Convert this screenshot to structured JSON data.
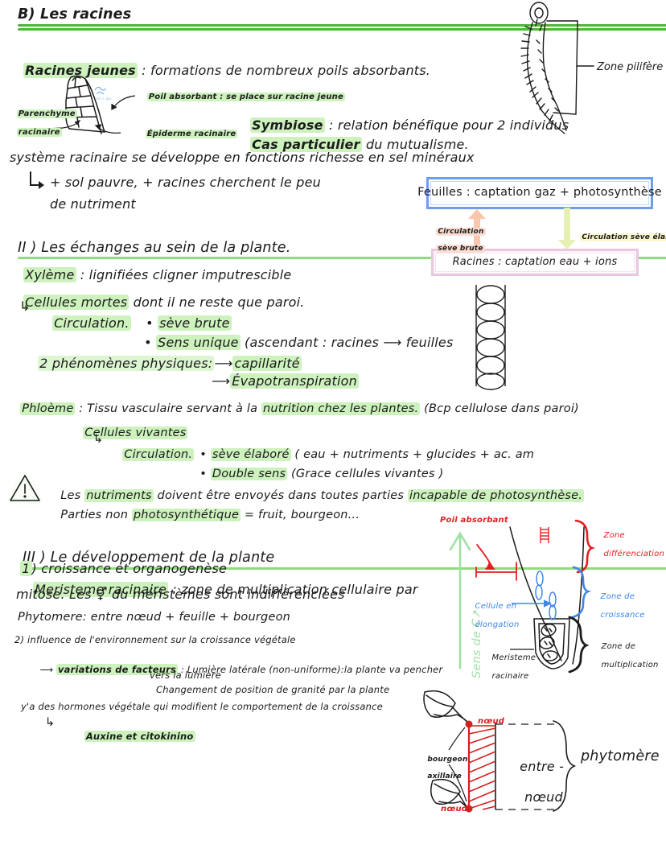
{
  "document": {
    "title": "B) Les racines",
    "language": "fr"
  },
  "sections": {
    "b_heading": "B) Les racines",
    "racines_jeunes": {
      "key": "Racines jeunes",
      "rest": " : formations de nombreux poils absorbants."
    },
    "symbiose": {
      "key": "Symbiose",
      "rest": " : relation bénéfique pour 2 individus",
      "line2_hl": "Cas particulier",
      "line2_rest": " du mutualisme."
    },
    "systeme": "système racinaire se développe en fonctions richesse en sel minéraux",
    "systeme_sub1": "+ sol pauvre, + racines cherchent le peu",
    "systeme_sub2": "de nutriment",
    "ii_heading": "II ) Les échanges au sein de la plante.",
    "xyleme": {
      "key": "Xylème",
      "rest": " : lignifiées cligner imputrescible"
    },
    "cellules_mortes": {
      "key": "Cellules mortes",
      "rest": " dont il ne reste que paroi."
    },
    "circulation1": {
      "arrow": "↳",
      "key": "Circulation.",
      "b1_bullet": "•",
      "b1_key": "sève brute",
      "b2_bullet": "•",
      "b2_key": "Sens unique",
      "b2_rest": " (ascendant : racines ⟶ feuilles"
    },
    "phenomenes": {
      "key": "2 phénomènes physiques:",
      "a1": "⟶",
      "a1_key": "capillarité",
      "a2": "⟶",
      "a2_key": "Évapotranspiration"
    },
    "phloeme": {
      "key": "Phloème",
      "mid": " : Tissu vasculaire servant à la ",
      "key2": "nutrition chez les plantes.",
      "rest": " (Bcp cellulose dans paroi)"
    },
    "cellules_vivantes": "Cellules vivantes",
    "circulation2": {
      "arrow": "↳",
      "key": "Circulation.",
      "b1_bullet": "•",
      "b1_key": "sève élaboré",
      "b1_rest": " ( eau + nutriments + glucides + ac. am",
      "b2_bullet": "•",
      "b2_key": "Double sens",
      "b2_rest": " (Grace cellules vivantes )"
    },
    "warning": {
      "icon": "warning-triangle",
      "line1_a": "Les ",
      "line1_key": "nutriments",
      "line1_b": " doivent être envoyés dans toutes parties ",
      "line1_key2": "incapable de photosynthèse.",
      "line2_a": "Parties non ",
      "line2_key": "photosynthétique",
      "line2_b": " = fruit, bourgeon..."
    },
    "iii_heading": "III ) Le développement de la plante",
    "p1": {
      "num_hl": "1",
      "num_rest": ") croissance et organogenèse",
      "meristeme_key": "Meristeme racinaire",
      "meristeme_rest": " : zone de multiplication cellulaire par",
      "meristeme_line2": "mitose. Les ⚥ du méristèmes sont indifférenciées",
      "phytomere": "Phytomere: entre nœud + feuille + bourgeon"
    },
    "p2": {
      "title": "2) influence de l'environnement sur la croissance végétale",
      "arrow": "⟶",
      "variations_key": "variations de facteurs",
      "variations_rest": " : Lumière latérale (non-uniforme):la plante va pencher",
      "variations_line2": "vers la lumière",
      "variations_line3": "Changement de position de granité par la plante",
      "hormones": "y'a des hormones végétale qui modifient le comportement de la croissance",
      "sub_arrow": "↳",
      "sub_key": "Auxine et citokinino"
    }
  },
  "diagrams": {
    "root_tip": {
      "name": "root-tip-zone-pilifere",
      "label": "Zone pilifère"
    },
    "root_cells": {
      "name": "root-cell-cross-section",
      "label_parenchyme_l1": "Parenchyme",
      "label_parenchyme_l2": "racinaire",
      "label_poil": "Poil absorbant : se place sur racine jeune",
      "label_epiderme": "Épiderme racinaire"
    },
    "flow_boxes": {
      "name": "sap-circulation-diagram",
      "leaves_box": "Feuilles : captation gaz + photosynthèse",
      "roots_box": "Racines : captation eau + ions",
      "up_label_l1": "Circulation",
      "up_label_l2": "sève brute",
      "down_label": "Circulation sève élaboré"
    },
    "vessel": {
      "name": "xylem-vessel-cells-diagram"
    },
    "growth_zones": {
      "name": "root-growth-zones-diagram",
      "poil_absorbant": "Poil absorbant",
      "sens_croissance": "Sens de C↗",
      "cellule_elong_l1": "Cellule en",
      "cellule_elong_l2": "élongation",
      "meristeme_l1": "Meristeme",
      "meristeme_l2": "racinaire",
      "zone_diff_l1": "Zone",
      "zone_diff_l2": "différenciation",
      "zone_croiss_l1": "Zone de",
      "zone_croiss_l2": "croissance",
      "zone_mult_l1": "Zone de",
      "zone_mult_l2": "multiplication"
    },
    "phytomere": {
      "name": "phytomere-diagram",
      "noeud_top": "nœud",
      "noeud_bottom": "nœud",
      "bourgeon_l1": "bourgeon",
      "bourgeon_l2": "axillaire",
      "entre_l1": "entre -",
      "entre_l2": "nœud",
      "brace_label": "phytomère"
    }
  },
  "colors": {
    "highlight_green": "#cdf2bd",
    "highlight_yellow": "#fbf7cf",
    "highlight_peach": "#fbdcd0",
    "underline_green": "#8fdc7a",
    "box_blue": "#6d9eeb",
    "box_pink": "#e9c7e0",
    "red": "#e02020",
    "blue": "#3f86e8",
    "green_arrow": "#9fe0a4",
    "ink": "#1b1b1b"
  }
}
